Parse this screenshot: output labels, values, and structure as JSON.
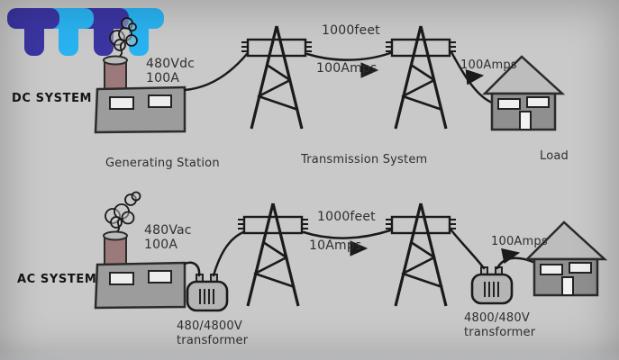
{
  "colors": {
    "brand_dark_blue": "#3b35a2",
    "brand_light_blue": "#29b2f0",
    "ink": "#1a1a1a",
    "building_gray": "#9c9c9c",
    "chimney_mauve": "#9c7a7c",
    "house_body_gray": "#8f8f8f",
    "roof_gray": "#bdbdbd",
    "transformer_gray": "#b5b5b5"
  },
  "dc_system": {
    "label": "DC SYSTEM",
    "source_voltage": "480Vdc",
    "source_current": "100A",
    "span_length": "1000feet",
    "line_current": "100Amps",
    "delivered_current": "100Amps"
  },
  "ac_system": {
    "label": "AC SYSTEM",
    "source_voltage": "480Vac",
    "source_current": "100A",
    "span_length": "1000feet",
    "line_current": "10Amps",
    "delivered_current": "100Amps",
    "step_up_transformer_line1": "480/4800V",
    "step_up_transformer_line2": "transformer",
    "step_down_transformer_line1": "4800/480V",
    "step_down_transformer_line2": "transformer"
  },
  "captions": {
    "generating_station": "Generating Station",
    "transmission_system": "Transmission System",
    "load": "Load"
  }
}
